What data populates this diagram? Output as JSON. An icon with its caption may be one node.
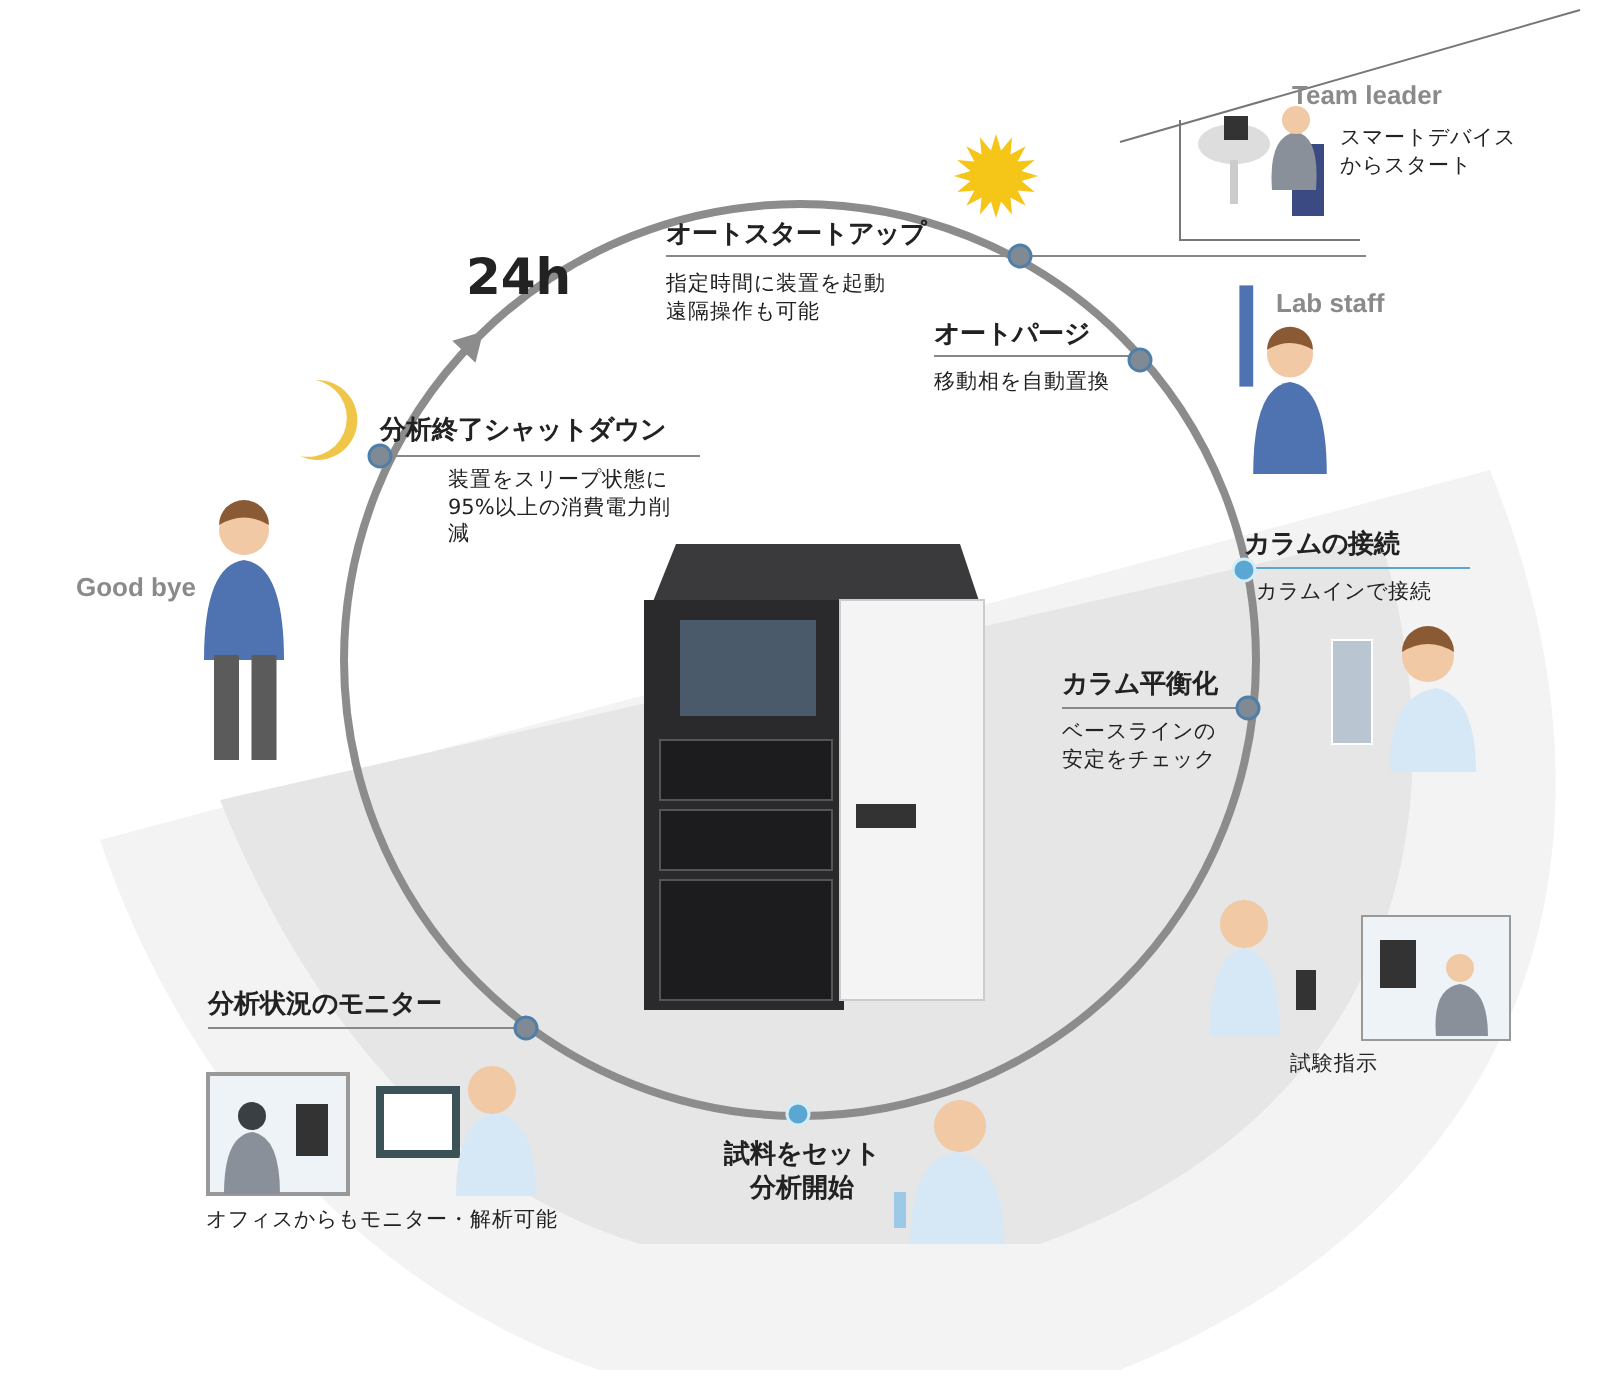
{
  "diagram": {
    "labels": [
      "Team leader",
      "スマートデバイスからスタート",
      "オートスタートアップ",
      "指定時間に装置を起動遠隔操作も可能",
      "24h",
      "Lab staff",
      "オートパージ",
      "移動相を自動置換",
      "分析終了シャットダウン",
      "装置をスリープ状態に95%以上の消費電力削減",
      "Good bye",
      "カラムの接続",
      "カラムインで接続",
      "カラム平衡化",
      "ベースラインの安定をチェック",
      "分析状況のモニター",
      "試験指示",
      "試料をセット分析開始",
      "オフィスからもモニター・解析可能"
    ]
  }
}
